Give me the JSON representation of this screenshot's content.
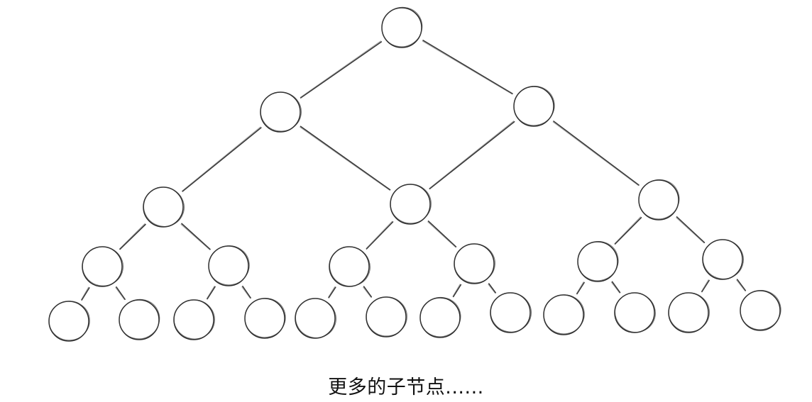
{
  "diagram": {
    "type": "binary-tree",
    "levels": [
      1,
      2,
      3,
      6,
      12
    ],
    "caption": "更多的子节点......"
  },
  "colors": {
    "stroke": "#2a2a2a",
    "background": "#ffffff"
  }
}
